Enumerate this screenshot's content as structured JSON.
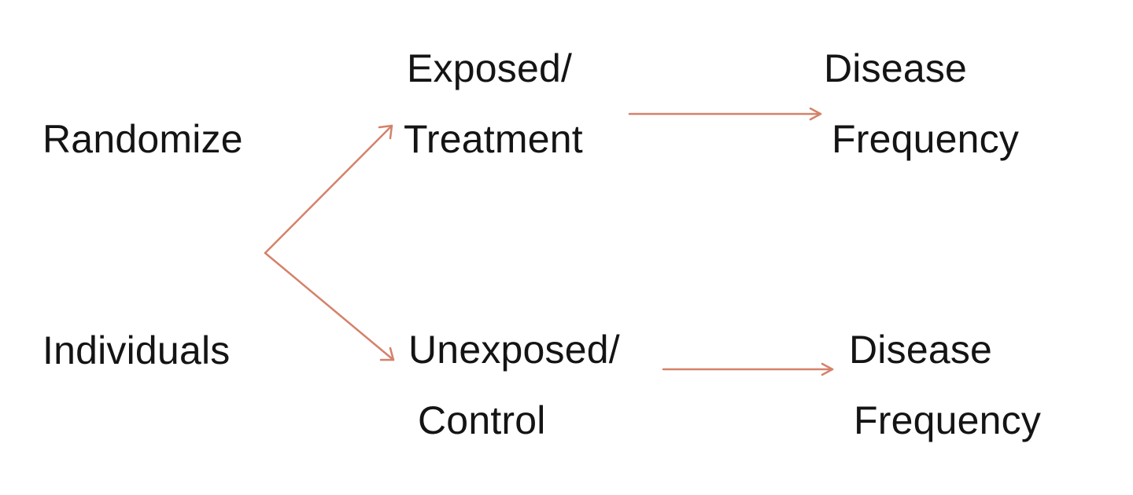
{
  "colors": {
    "text": "#141414",
    "arrow": "#d4826a",
    "background": "#ffffff"
  },
  "left": {
    "line1": "Randomize",
    "line2": "Individuals"
  },
  "top_branch": {
    "group_line1": "Exposed/",
    "group_line2": "Treatment",
    "outcome_line1": "Disease",
    "outcome_line2": "Frequency"
  },
  "bottom_branch": {
    "group_line1": "Unexposed/",
    "group_line2": "Control",
    "outcome_line1": "Disease",
    "outcome_line2": "Frequency"
  }
}
